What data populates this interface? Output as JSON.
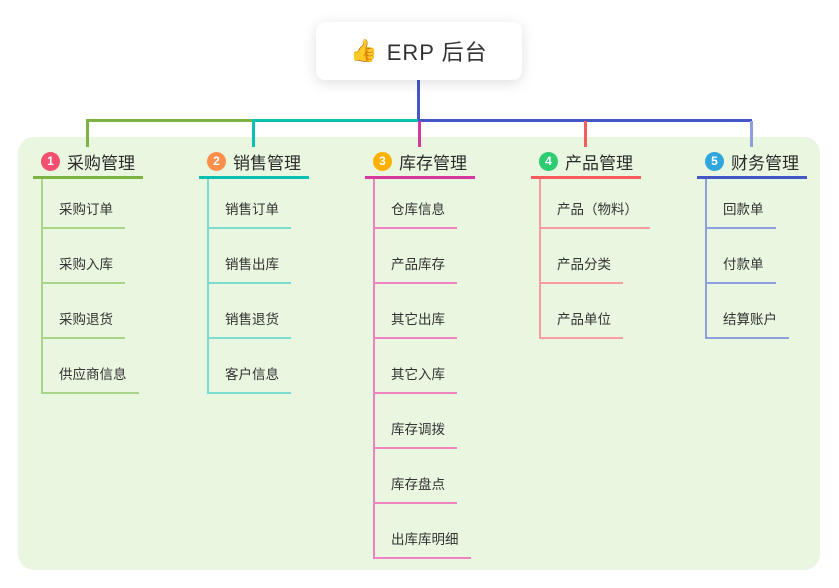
{
  "root": {
    "icon": "👍",
    "title": "ERP 后台"
  },
  "connector": {
    "color": "#4557c7"
  },
  "panel_color": "#e9f6e0",
  "branches": [
    {
      "num": "1",
      "label": "采购管理",
      "badge_color": "#f2506e",
      "main_color": "#7cb342",
      "light_color": "#a9d58b",
      "children": [
        "采购订单",
        "采购入库",
        "采购退货",
        "供应商信息"
      ]
    },
    {
      "num": "2",
      "label": "销售管理",
      "badge_color": "#ff8f4a",
      "main_color": "#0bbfb3",
      "light_color": "#7edbd2",
      "children": [
        "销售订单",
        "销售出库",
        "销售退货",
        "客户信息"
      ]
    },
    {
      "num": "3",
      "label": "库存管理",
      "badge_color": "#ffb000",
      "main_color": "#d4399e",
      "light_color": "#ef82c0",
      "children": [
        "仓库信息",
        "产品库存",
        "其它出库",
        "其它入库",
        "库存调拨",
        "库存盘点",
        "出库库明细"
      ]
    },
    {
      "num": "4",
      "label": "产品管理",
      "badge_color": "#2ecc71",
      "main_color": "#f65b5e",
      "light_color": "#f89e9e",
      "children": [
        "产品（物料）",
        "产品分类",
        "产品单位"
      ]
    },
    {
      "num": "5",
      "label": "财务管理",
      "badge_color": "#2fa7dc",
      "main_color": "#4557c7",
      "light_color": "#8da0dd",
      "children": [
        "回款单",
        "付款单",
        "结算账户"
      ]
    }
  ]
}
